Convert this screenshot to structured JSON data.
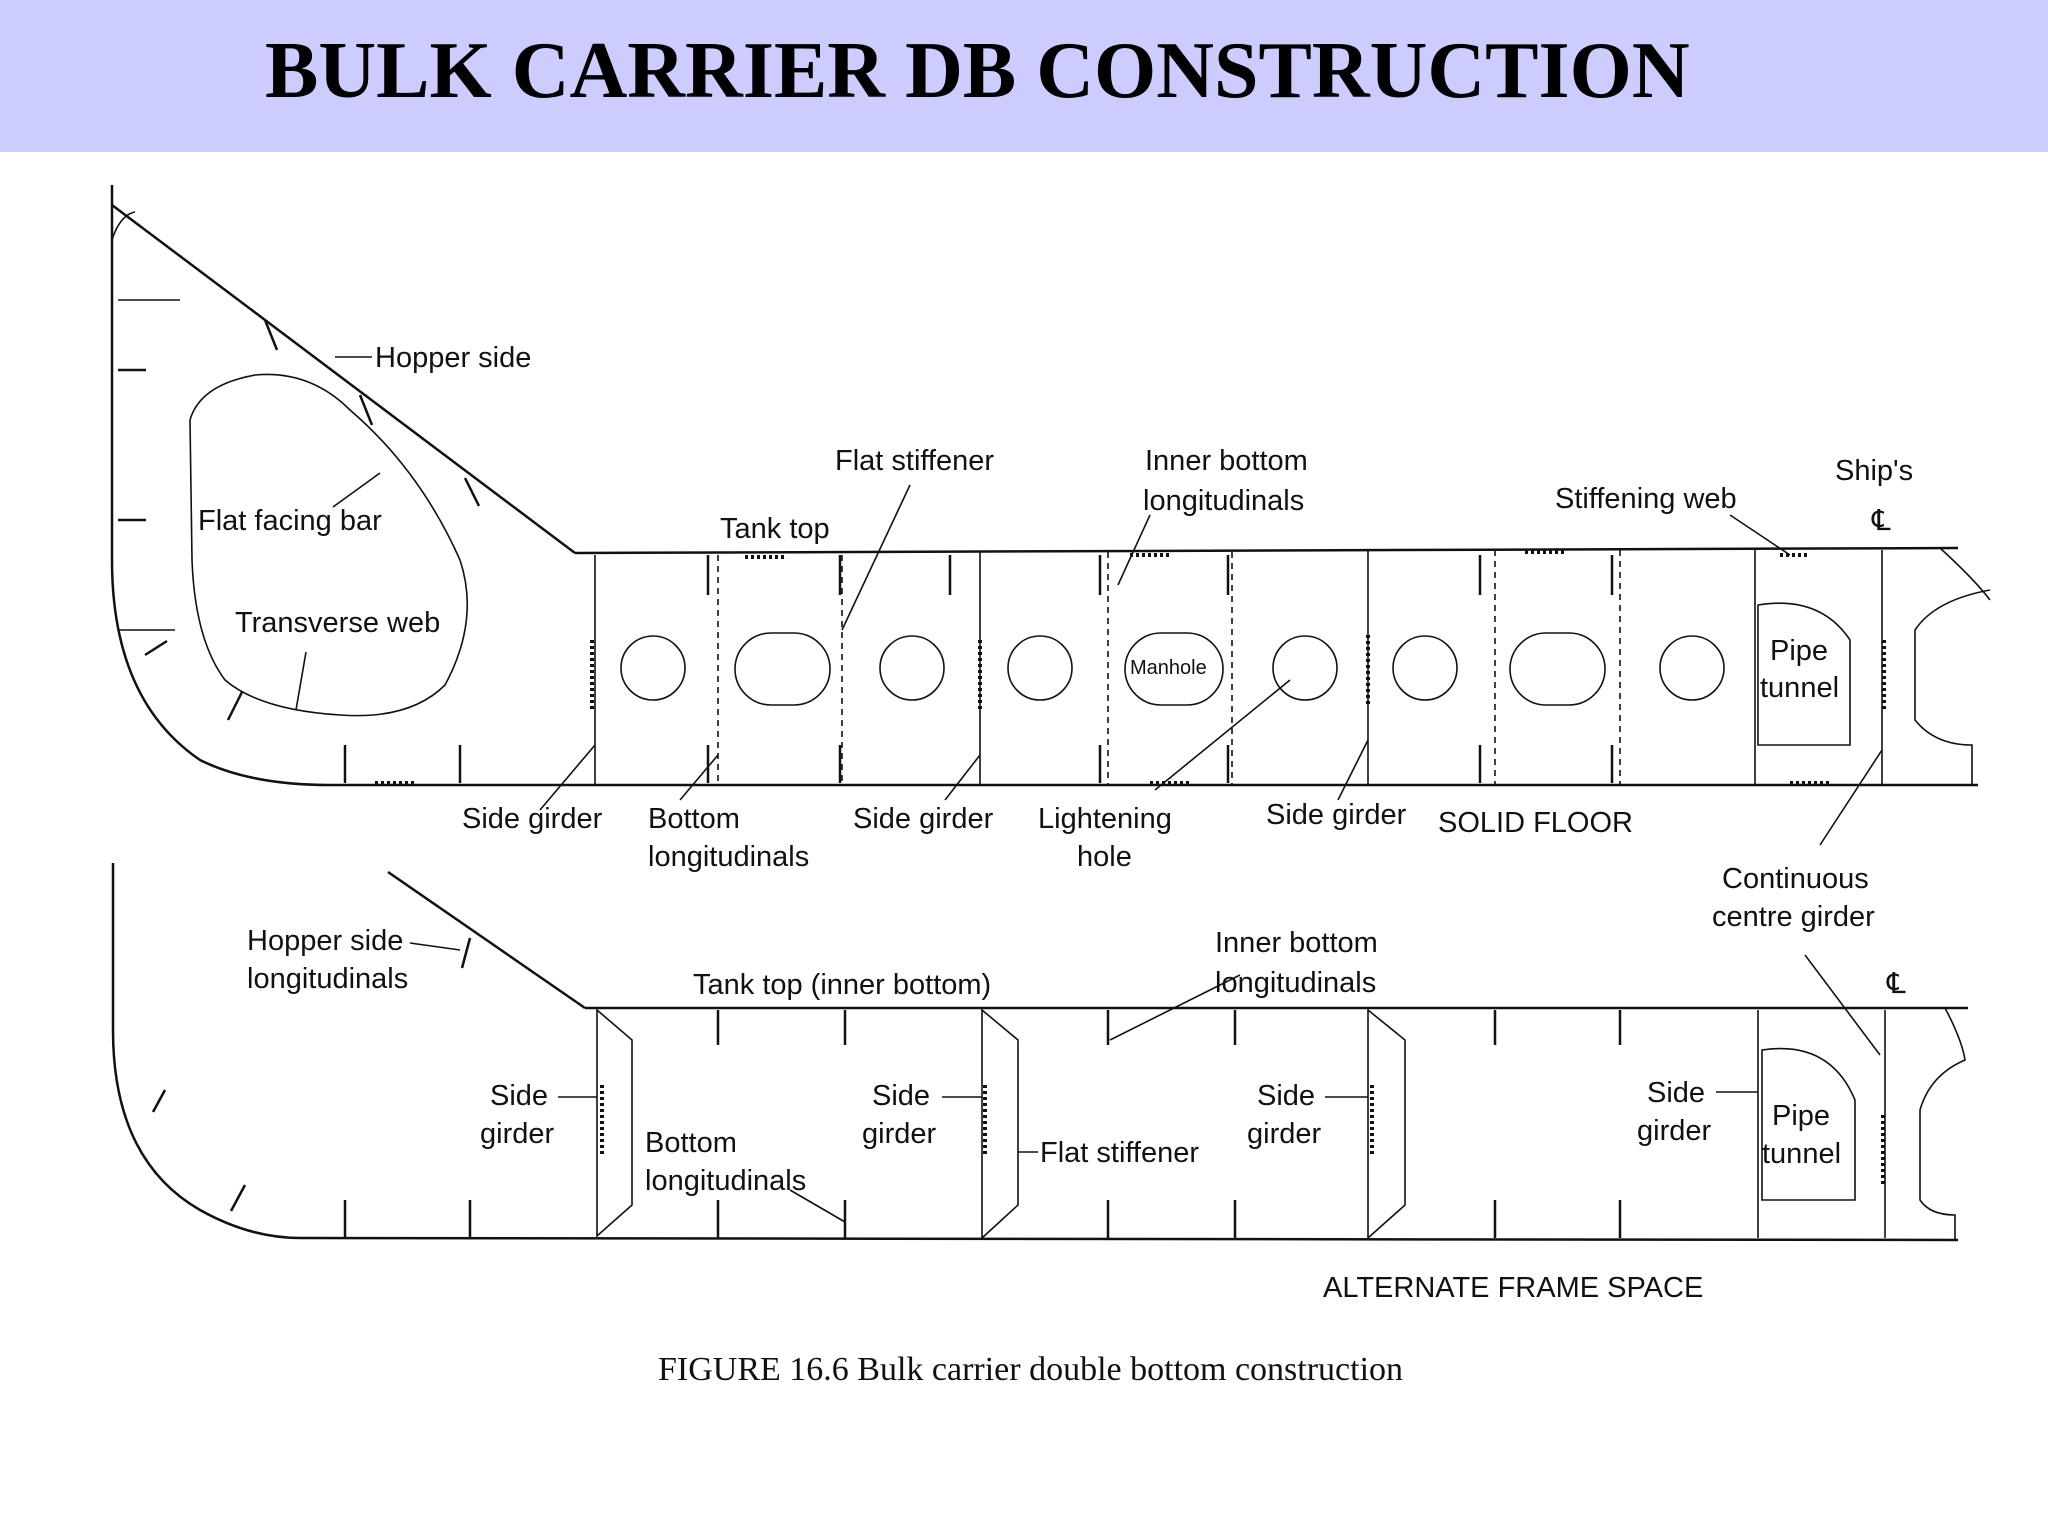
{
  "title": "BULK CARRIER DB CONSTRUCTION",
  "solid_floor_labels": {
    "hopper_side": "Hopper side",
    "flat_facing_bar": "Flat facing bar",
    "transverse_web": "Transverse web",
    "tank_top": "Tank top",
    "flat_stiffener": "Flat stiffener",
    "inner_bottom_longitudinals_1": "Inner bottom",
    "inner_bottom_longitudinals_2": "longitudinals",
    "stiffening_web": "Stiffening web",
    "ships_cl": "Ship's",
    "manhole": "Manhole",
    "pipe_tunnel_1": "Pipe",
    "pipe_tunnel_2": "tunnel",
    "side_girder": "Side girder",
    "bottom_longitudinals_1": "Bottom",
    "bottom_longitudinals_2": "longitudinals",
    "lightening_hole_1": "Lightening",
    "lightening_hole_2": "hole",
    "solid_floor": "SOLID FLOOR",
    "continuous_centre_girder_1": "Continuous",
    "continuous_centre_girder_2": "centre girder",
    "centreline_symbol": "℄"
  },
  "alternate_frame_labels": {
    "hopper_side_longitudinals_1": "Hopper side",
    "hopper_side_longitudinals_2": "longitudinals",
    "tank_top_inner_bottom": "Tank top (inner bottom)",
    "inner_bottom_longitudinals_1": "Inner bottom",
    "inner_bottom_longitudinals_2": "longitudinals",
    "side_1": "Side",
    "side_2": "girder",
    "bottom_longitudinals_1": "Bottom",
    "bottom_longitudinals_2": "longitudinals",
    "flat_stiffener": "Flat stiffener",
    "pipe_tunnel_1": "Pipe",
    "pipe_tunnel_2": "tunnel",
    "alternate_frame_space": "ALTERNATE FRAME SPACE",
    "centreline_symbol": "℄"
  },
  "caption": "FIGURE 16.6  Bulk carrier double bottom construction"
}
